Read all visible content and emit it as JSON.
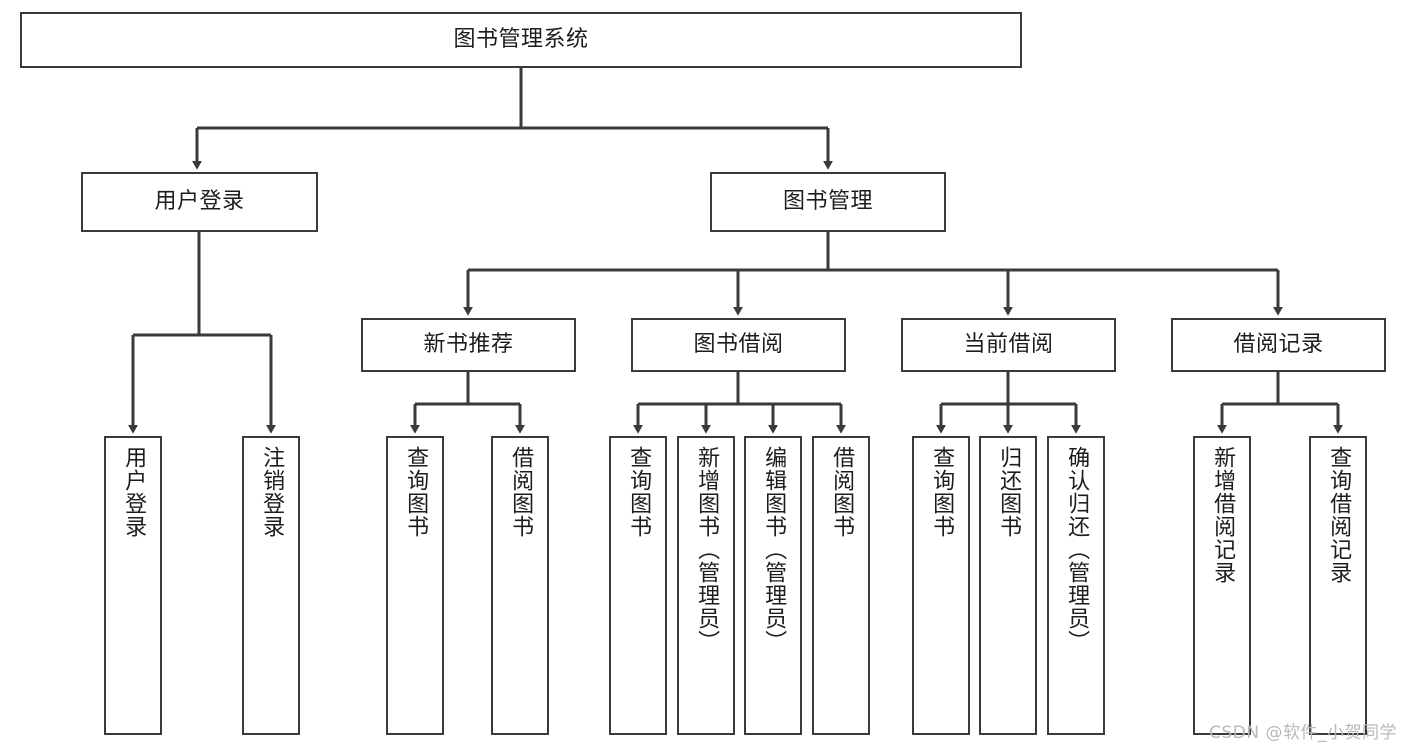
{
  "diagram": {
    "type": "tree-hierarchy-chart",
    "title": "图书管理系统",
    "orientation": "top-down",
    "colors": {
      "box_border": "#3a3a3a",
      "box_fill": "#ffffff",
      "edge": "#3a3a3a",
      "text": "#1d1d1d",
      "background": "#ffffff",
      "watermark": "#b9b9b9"
    }
  },
  "root": {
    "label": "图书管理系统"
  },
  "level2": [
    {
      "label": "用户登录"
    },
    {
      "label": "图书管理"
    }
  ],
  "level3": [
    {
      "label": "新书推荐"
    },
    {
      "label": "图书借阅"
    },
    {
      "label": "当前借阅"
    },
    {
      "label": "借阅记录"
    }
  ],
  "leaves": {
    "user_login": [
      {
        "label": "用户登录"
      },
      {
        "label": "注销登录"
      }
    ],
    "new_book_recommend": [
      {
        "label": "查询图书"
      },
      {
        "label": "借阅图书"
      }
    ],
    "book_borrow": [
      {
        "label": "查询图书"
      },
      {
        "label": "新增图书（管理员）"
      },
      {
        "label": "编辑图书（管理员）"
      },
      {
        "label": "借阅图书"
      }
    ],
    "current_borrow": [
      {
        "label": "查询图书"
      },
      {
        "label": "归还图书"
      },
      {
        "label": "确认归还（管理员）"
      }
    ],
    "borrow_record": [
      {
        "label": "新增借阅记录"
      },
      {
        "label": "查询借阅记录"
      }
    ]
  },
  "watermark": {
    "text": "CSDN @软件_小贺同学"
  }
}
